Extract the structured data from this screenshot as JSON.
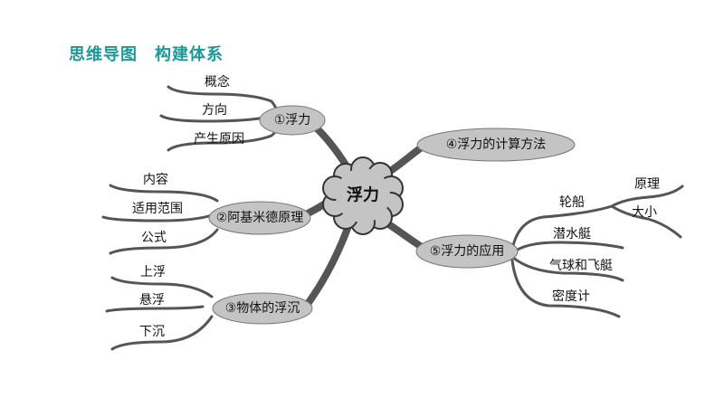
{
  "header": {
    "title": "思维导图　构建体系"
  },
  "mindmap": {
    "center": "浮力",
    "branches": [
      {
        "label": "①浮力",
        "children": [
          "概念",
          "方向",
          "产生原因"
        ]
      },
      {
        "label": "②阿基米德原理",
        "children": [
          "内容",
          "适用范围",
          "公式"
        ]
      },
      {
        "label": "③物体的浮沉",
        "children": [
          "上浮",
          "悬浮",
          "下沉"
        ]
      },
      {
        "label": "④浮力的计算方法",
        "children": []
      },
      {
        "label": "⑤浮力的应用",
        "children": [
          "轮船",
          "潜水艇",
          "气球和飞艇",
          "密度计"
        ],
        "sub": [
          "原理",
          "大小"
        ]
      }
    ]
  }
}
